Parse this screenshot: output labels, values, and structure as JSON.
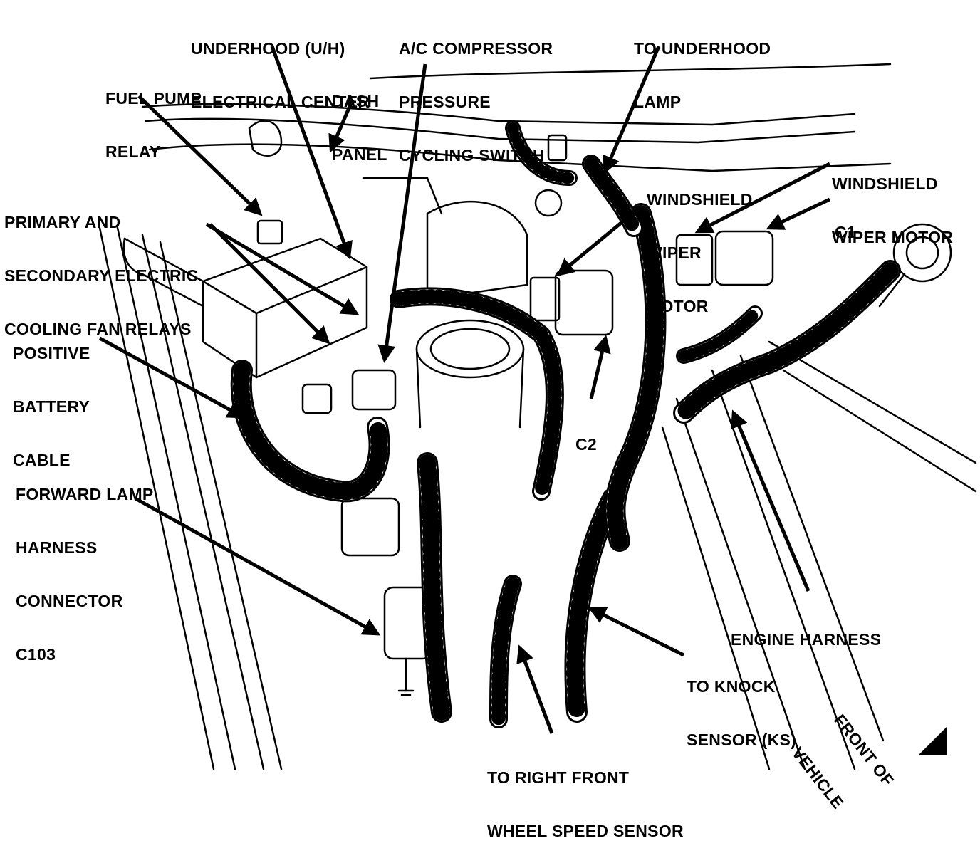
{
  "labels": {
    "underhood_center": [
      "UNDERHOOD (U/H)",
      "ELECTRICAL CENTER"
    ],
    "ac_switch": [
      "A/C COMPRESSOR",
      "PRESSURE",
      "CYCLING SWITCH"
    ],
    "underhood_lamp": [
      "TO UNDERHOOD",
      "LAMP"
    ],
    "fuel_pump_relay": [
      "FUEL PUMP",
      "RELAY"
    ],
    "dash_panel": [
      "DASH",
      "PANEL"
    ],
    "wiper_motor_left": [
      "WINDSHIELD",
      "WIPER",
      "MOTOR"
    ],
    "wiper_motor_right": [
      "WINDSHIELD",
      "WIPER MOTOR"
    ],
    "c1": "C1",
    "fan_relays": [
      "PRIMARY AND",
      "SECONDARY ELECTRIC",
      "COOLING FAN RELAYS"
    ],
    "positive_battery_cable": [
      "POSITIVE",
      "BATTERY",
      "CABLE"
    ],
    "c2": "C2",
    "forward_lamp_harness": [
      "FORWARD LAMP",
      "HARNESS",
      "CONNECTOR",
      "C103"
    ],
    "engine_harness": "ENGINE HARNESS",
    "knock_sensor": [
      "TO KNOCK",
      "SENSOR (KS)"
    ],
    "front_of_vehicle": [
      "FRONT OF",
      "VEHICLE"
    ],
    "wheel_speed_sensor": [
      "TO RIGHT FRONT",
      "WHEEL SPEED SENSOR"
    ]
  },
  "colors": {
    "ink": "#000000",
    "paper": "#ffffff"
  }
}
